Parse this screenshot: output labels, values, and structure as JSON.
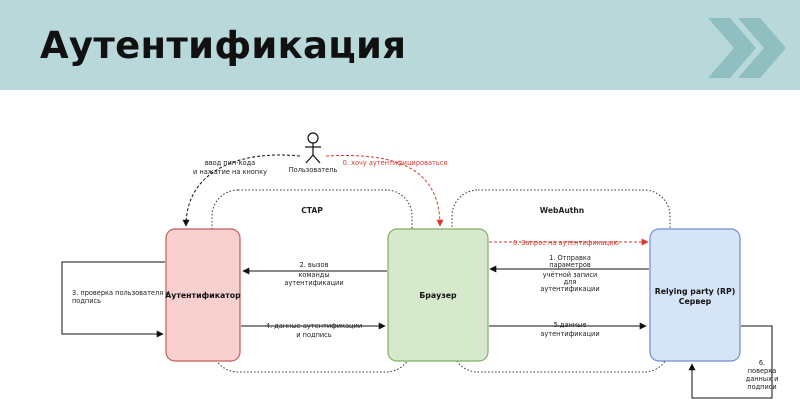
{
  "slide": {
    "title": "Аутентификация",
    "colors": {
      "header_bg": "#b8d8da",
      "chevron": "#8fbfc1",
      "accent_red": "#d9382e"
    }
  },
  "diagram": {
    "nodes": {
      "user": {
        "label": "Пользователь"
      },
      "authenticator": {
        "label": "Аутентификатор",
        "fill": "#f8d0d0",
        "stroke": "#c85a5a"
      },
      "browser": {
        "label": "Браузер",
        "fill": "#d6e9cc",
        "stroke": "#7fae66"
      },
      "server": {
        "label_lines": [
          "Relying party (RP)",
          "Сервер"
        ],
        "fill": "#d6e4f8",
        "stroke": "#6c8ed0"
      }
    },
    "groups": {
      "ctap": {
        "label": "CTAP"
      },
      "webauthn": {
        "label": "WebAuthn"
      }
    },
    "edges": {
      "user_to_auth": {
        "lines": [
          "ввод пин-кода",
          "и нажатие на кнопку"
        ]
      },
      "user_to_browser": {
        "lines": [
          "0. хочу аутентифицироваться"
        ]
      },
      "browser_to_server": {
        "lines": [
          "0. Запрос на аутентификацию"
        ]
      },
      "server_to_browser": {
        "lines": [
          "1. Отправка",
          "параметров",
          "учётной записи",
          "для",
          "аутентификации"
        ]
      },
      "browser_to_auth": {
        "lines": [
          "2. вызов",
          "команды",
          "аутентификации"
        ]
      },
      "auth_self_check": {
        "lines": [
          "3. проверка пользователя и",
          "подпись"
        ]
      },
      "auth_to_browser": {
        "lines": [
          "4. данные аутентификации",
          "и подпись"
        ]
      },
      "browser_to_server_data": {
        "lines": [
          "5.данные",
          "аутентификации"
        ]
      },
      "server_self_check": {
        "lines": [
          "6.",
          "поверка",
          "данных и",
          "подписи"
        ]
      }
    }
  }
}
